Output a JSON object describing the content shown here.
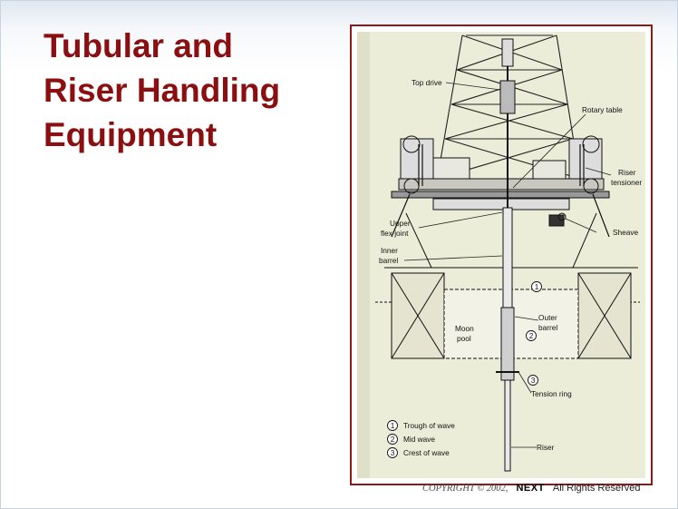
{
  "slide": {
    "title_lines": [
      "Tubular and",
      "Riser Handling",
      "Equipment"
    ],
    "title_color": "#8b0f10",
    "frame_color": "#8b1a1a"
  },
  "figure": {
    "labels": {
      "top_drive": "Top drive",
      "rotary_table": "Rotary table",
      "riser_tensioner_1": "Riser",
      "riser_tensioner_2": "tensioner",
      "upper_flex_joint_1": "Upper",
      "upper_flex_joint_2": "flex joint",
      "sheave": "Sheave",
      "inner_barrel_1": "Inner",
      "inner_barrel_2": "barrel",
      "outer_barrel_1": "Outer",
      "outer_barrel_2": "barrel",
      "moon_pool_1": "Moon",
      "moon_pool_2": "pool",
      "tension_ring": "Tension ring",
      "riser": "Riser"
    },
    "markers": [
      "1",
      "2",
      "3"
    ],
    "legend": [
      {
        "number": "1",
        "text": "Trough of wave"
      },
      {
        "number": "2",
        "text": "Mid wave"
      },
      {
        "number": "3",
        "text": "Crest of wave"
      }
    ]
  },
  "footer": {
    "copyright": "COPYRIGHT  © 2002,",
    "logo": "NEXT",
    "rights": "All Rights Reserved"
  }
}
